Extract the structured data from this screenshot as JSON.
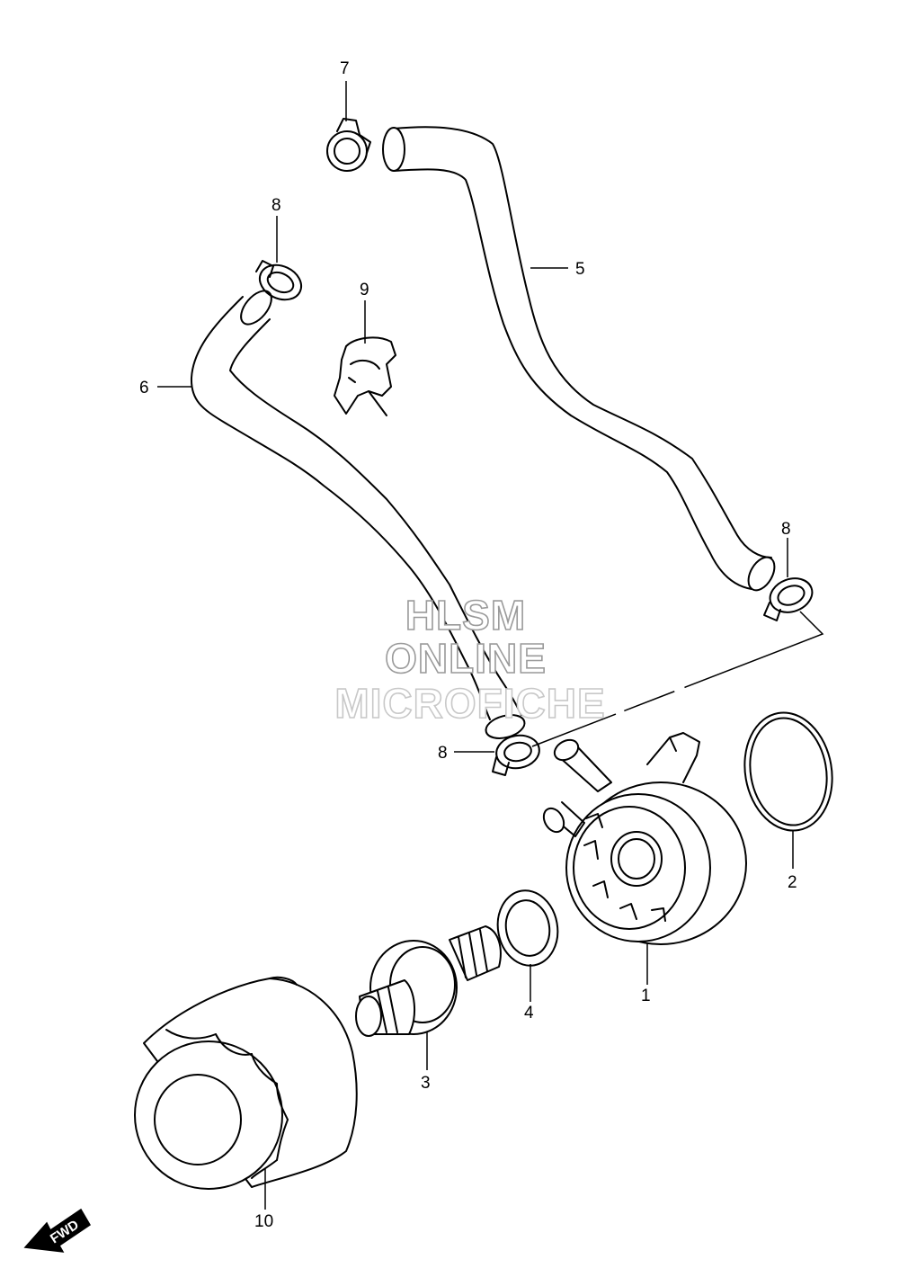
{
  "diagram": {
    "callouts": [
      {
        "id": "1",
        "label": "1"
      },
      {
        "id": "2",
        "label": "2"
      },
      {
        "id": "3",
        "label": "3"
      },
      {
        "id": "4",
        "label": "4"
      },
      {
        "id": "5",
        "label": "5"
      },
      {
        "id": "6",
        "label": "6"
      },
      {
        "id": "7",
        "label": "7"
      },
      {
        "id": "8a",
        "label": "8"
      },
      {
        "id": "8b",
        "label": "8"
      },
      {
        "id": "8c",
        "label": "8"
      },
      {
        "id": "9",
        "label": "9"
      },
      {
        "id": "10",
        "label": "10"
      }
    ],
    "watermark": {
      "line1": "HLSM",
      "line2": "ONLINE",
      "line3": "MICROFICHE"
    },
    "direction_marker": {
      "label": "FWD",
      "icon": "fwd-arrow-icon"
    }
  }
}
